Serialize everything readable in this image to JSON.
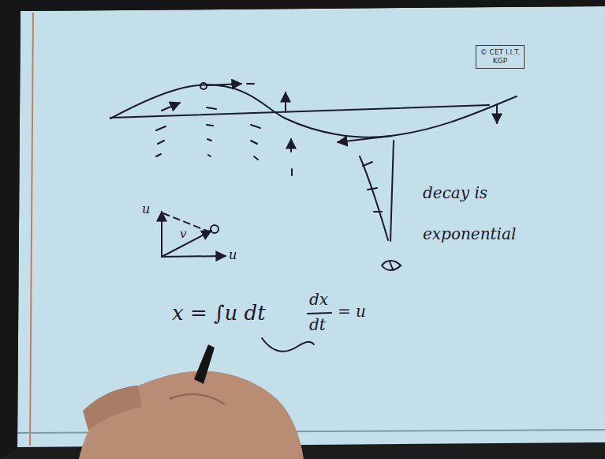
{
  "diagram": {
    "nodes": [
      {
        "text": [
          "© CET I.I.T. KGP"
        ]
      }
    ],
    "labels": [
      "u",
      "v",
      "u",
      "decay is exponential",
      "x = ∫u dt",
      "dx",
      "dt",
      "= u"
    ]
  }
}
